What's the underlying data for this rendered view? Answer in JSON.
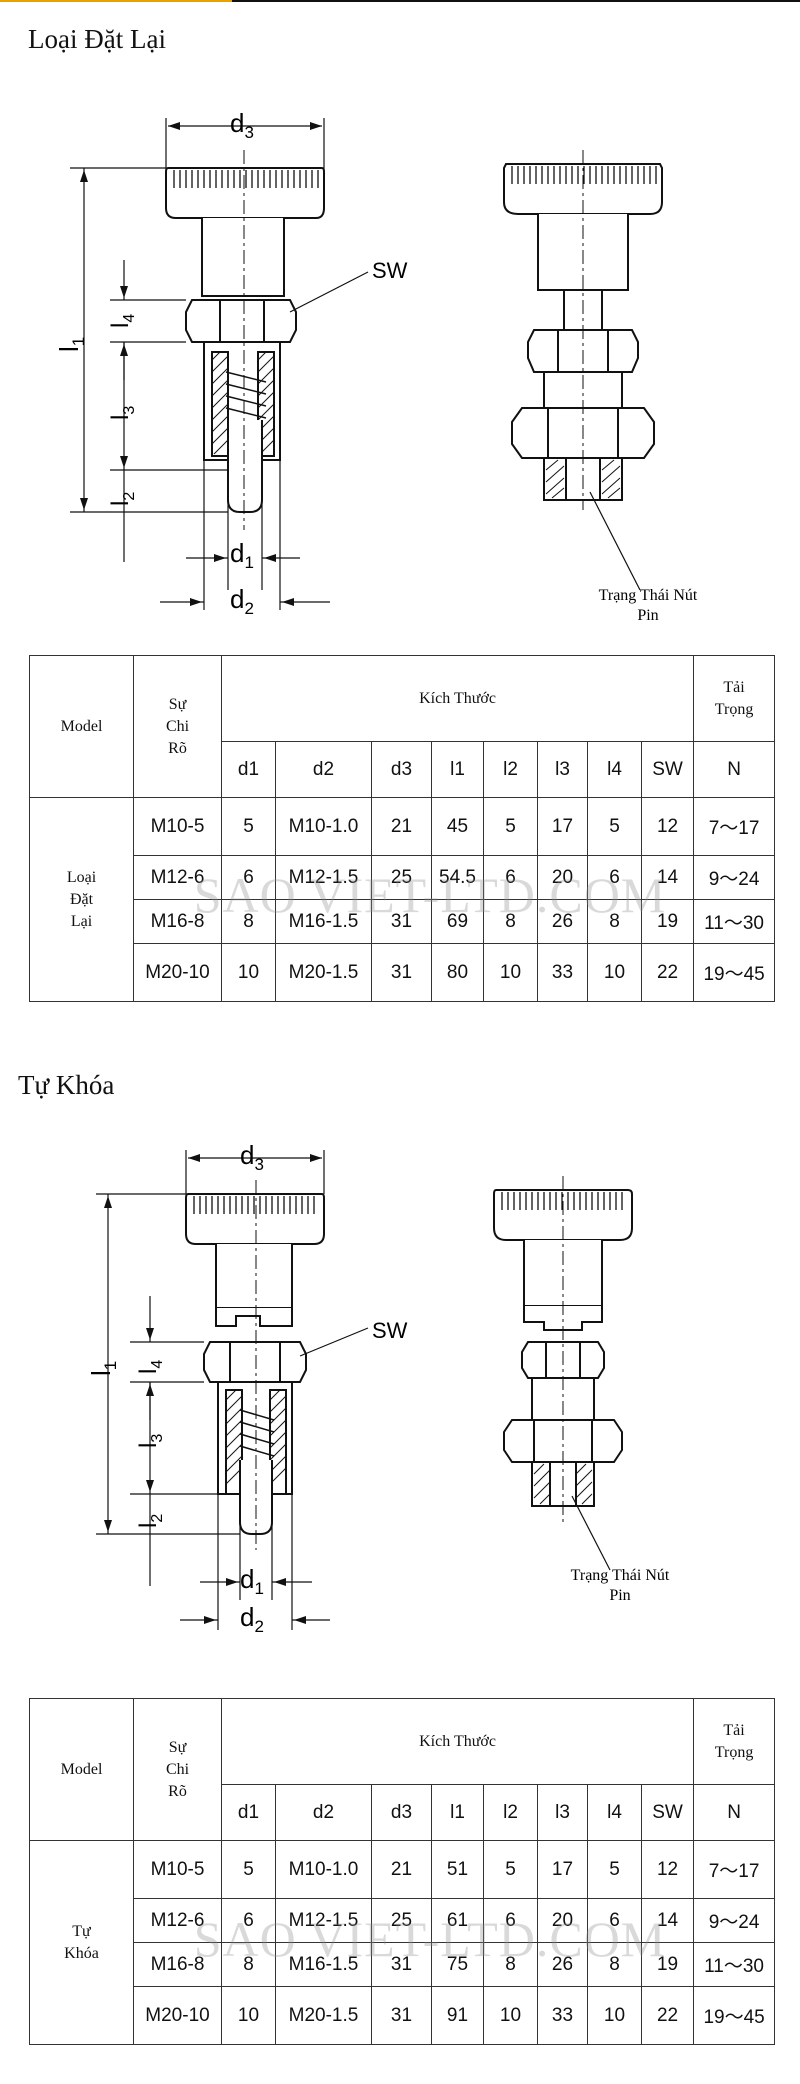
{
  "sections": [
    {
      "heading": "Loại Đặt Lại",
      "diagram": {
        "labels": {
          "d3": "d",
          "d3_sub": "3",
          "sw": "SW",
          "l1": "l",
          "l1_sub": "1",
          "l4": "l",
          "l4_sub": "4",
          "l3": "l",
          "l3_sub": "3",
          "l2": "l",
          "l2_sub": "2",
          "d1": "d",
          "d1_sub": "1",
          "d2": "d",
          "d2_sub": "2"
        },
        "caption_line1": "Trạng Thái Nút",
        "caption_line2": "Pin"
      },
      "table": {
        "header_model": "Model",
        "header_thread": [
          "Sự",
          "Chi",
          "Rõ"
        ],
        "header_dims": "Kích Thước",
        "header_load": [
          "Tải",
          "Trọng"
        ],
        "columns": [
          "d1",
          "d2",
          "d3",
          "l1",
          "l2",
          "l3",
          "l4",
          "SW",
          "N"
        ],
        "row_group_label": [
          "Loại",
          "Đặt",
          "Lại"
        ],
        "rows": [
          {
            "thread": "M10-5",
            "cells": [
              "5",
              "M10-1.0",
              "21",
              "45",
              "5",
              "17",
              "5",
              "12",
              "7～17"
            ]
          },
          {
            "thread": "M12-6",
            "cells": [
              "6",
              "M12-1.5",
              "25",
              "54.5",
              "6",
              "20",
              "6",
              "14",
              "9～24"
            ]
          },
          {
            "thread": "M16-8",
            "cells": [
              "8",
              "M16-1.5",
              "31",
              "69",
              "8",
              "26",
              "8",
              "19",
              "11～30"
            ]
          },
          {
            "thread": "M20-10",
            "cells": [
              "10",
              "M20-1.5",
              "31",
              "80",
              "10",
              "33",
              "10",
              "22",
              "19～45"
            ]
          }
        ],
        "watermark": "SAO VIET-LTD.COM"
      }
    },
    {
      "heading": "Tự Khóa",
      "diagram": {
        "labels": {
          "d3": "d",
          "d3_sub": "3",
          "sw": "SW",
          "l1": "l",
          "l1_sub": "1",
          "l4": "l",
          "l4_sub": "4",
          "l3": "l",
          "l3_sub": "3",
          "l2": "l",
          "l2_sub": "2",
          "d1": "d",
          "d1_sub": "1",
          "d2": "d",
          "d2_sub": "2"
        },
        "caption_line1": "Trạng Thái Nút",
        "caption_line2": "Pin"
      },
      "table": {
        "header_model": "Model",
        "header_thread": [
          "Sự",
          "Chi",
          "Rõ"
        ],
        "header_dims": "Kích Thước",
        "header_load": [
          "Tải",
          "Trọng"
        ],
        "columns": [
          "d1",
          "d2",
          "d3",
          "l1",
          "l2",
          "l3",
          "l4",
          "SW",
          "N"
        ],
        "row_group_label": [
          "Tự",
          "Khóa"
        ],
        "rows": [
          {
            "thread": "M10-5",
            "cells": [
              "5",
              "M10-1.0",
              "21",
              "51",
              "5",
              "17",
              "5",
              "12",
              "7～17"
            ]
          },
          {
            "thread": "M12-6",
            "cells": [
              "6",
              "M12-1.5",
              "25",
              "61",
              "6",
              "20",
              "6",
              "14",
              "9～24"
            ]
          },
          {
            "thread": "M16-8",
            "cells": [
              "8",
              "M16-1.5",
              "31",
              "75",
              "8",
              "26",
              "8",
              "19",
              "11～30"
            ]
          },
          {
            "thread": "M20-10",
            "cells": [
              "10",
              "M20-1.5",
              "31",
              "91",
              "10",
              "33",
              "10",
              "22",
              "19～45"
            ]
          }
        ],
        "watermark": "SAO VIET-LTD.COM"
      }
    }
  ]
}
